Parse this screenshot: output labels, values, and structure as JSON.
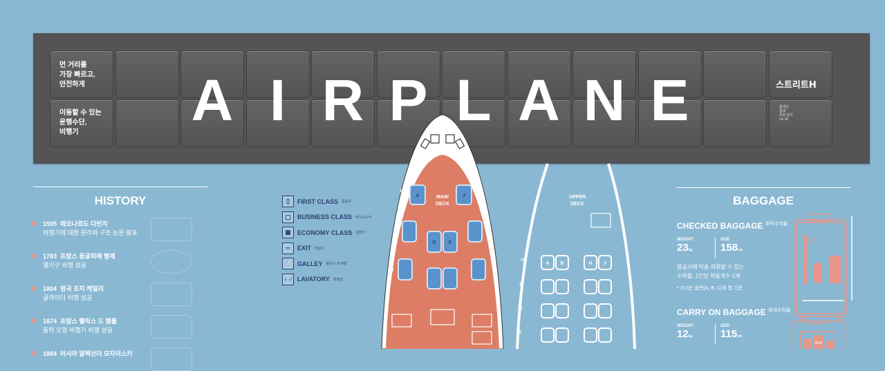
{
  "board": {
    "intro_top": [
      "먼 거리를",
      "가장 빠르고,",
      "안전하게"
    ],
    "intro_bottom": [
      "이동할 수 있는",
      "운행수단,",
      "비행기"
    ],
    "title_letters": [
      "A",
      "I",
      "R",
      "P",
      "L",
      "A",
      "N",
      "E"
    ],
    "logo_text": "스트리트H",
    "logo_sub": [
      "홍대앞",
      "동네",
      "문화 잡지",
      "vol.90"
    ]
  },
  "history": {
    "title": "HISTORY",
    "items": [
      {
        "year": "1505",
        "title": "레오나르도 다빈치",
        "desc": "비행기에 대한 원리와 구조 논문 발표"
      },
      {
        "year": "1783",
        "title": "프랑스 몽골피에 형제",
        "desc": "열기구 비행 성공"
      },
      {
        "year": "1804",
        "title": "영국 조지 케일리",
        "desc": "글라이더 비행 성공"
      },
      {
        "year": "1874",
        "title": "프랑스 펠릭스 드 템플",
        "desc": "동력 모형 비행기 비행 성공"
      },
      {
        "year": "1884",
        "title": "러시아 알렉산더 모자이스키",
        "desc": ""
      }
    ]
  },
  "legend": [
    {
      "icon": "first-class-seat-icon",
      "label": "FIRST CLASS",
      "ko": "일등석"
    },
    {
      "icon": "business-class-seat-icon",
      "label": "BUSINESS CLASS",
      "ko": "비즈니스석"
    },
    {
      "icon": "economy-class-seat-icon",
      "label": "ECONOMY CLASS",
      "ko": "일반석"
    },
    {
      "icon": "exit-icon",
      "label": "EXIT",
      "ko": "비상구"
    },
    {
      "icon": "galley-icon",
      "label": "GALLEY",
      "ko": "항공기 내 주방"
    },
    {
      "icon": "lavatory-icon",
      "label": "LAVATORY",
      "ko": "화장실"
    }
  ],
  "seatmap": {
    "main_deck": "MAIN\nDECK",
    "main_deck_l1": "MAIN",
    "main_deck_l2": "DECK",
    "upper_deck_l1": "UPPER",
    "upper_deck_l2": "DECK",
    "main_rows": [
      "1",
      "2",
      "3"
    ],
    "upper_rows": [
      "16",
      "17",
      "18",
      "19"
    ],
    "seat_letters": {
      "first": [
        "A",
        "J"
      ],
      "business": [
        "D",
        "F"
      ],
      "upper": [
        "A",
        "B",
        "H",
        "J"
      ]
    }
  },
  "baggage": {
    "title": "BAGGAGE",
    "checked": {
      "title": "CHECKED BAGGAGE",
      "ko": "위탁수하물",
      "weight_label": "WEIGHT",
      "weight": "23",
      "weight_unit": "kg",
      "size_label": "SIZE",
      "size": "158",
      "size_unit": "cm",
      "desc": [
        "항공사에 탁송 의뢰할 수 있는",
        "수하물, 1인당 허용개수 1개"
      ],
      "note": "• 크기는 삼변(A, B, C)의 합 기준"
    },
    "carry": {
      "title": "CARRY ON BAGGAGE",
      "ko": "휴대수하물",
      "weight_label": "WEIGHT",
      "weight": "12",
      "weight_unit": "kg",
      "size_label": "SIZE",
      "size": "115",
      "size_unit": "cm"
    },
    "dims": [
      "A",
      "B",
      "C"
    ],
    "bottle_label": "60ml"
  },
  "colors": {
    "background": "#8ab8d3",
    "board": "#545456",
    "salmon": "#dd7d66",
    "navy": "#2d3f70",
    "seat": "#5a93cc"
  }
}
